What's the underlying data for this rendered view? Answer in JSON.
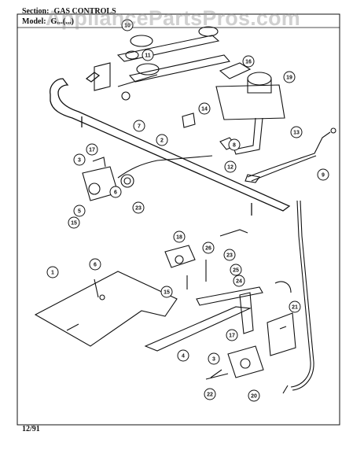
{
  "header": {
    "section_label": "Section:",
    "section_value": "GAS CONTROLS",
    "model_label": "Model:",
    "model_value": "G...(...)"
  },
  "watermark": "AppliancePartsPros.com",
  "footer": {
    "date_code": "12/91"
  },
  "callouts": [
    "10",
    "11",
    "16",
    "19",
    "14",
    "2",
    "7",
    "8",
    "13",
    "12",
    "9",
    "17",
    "3",
    "6",
    "23",
    "5",
    "15",
    "18",
    "26",
    "23",
    "25",
    "24",
    "1",
    "6",
    "15",
    "17",
    "21",
    "4",
    "3",
    "22",
    "20"
  ]
}
